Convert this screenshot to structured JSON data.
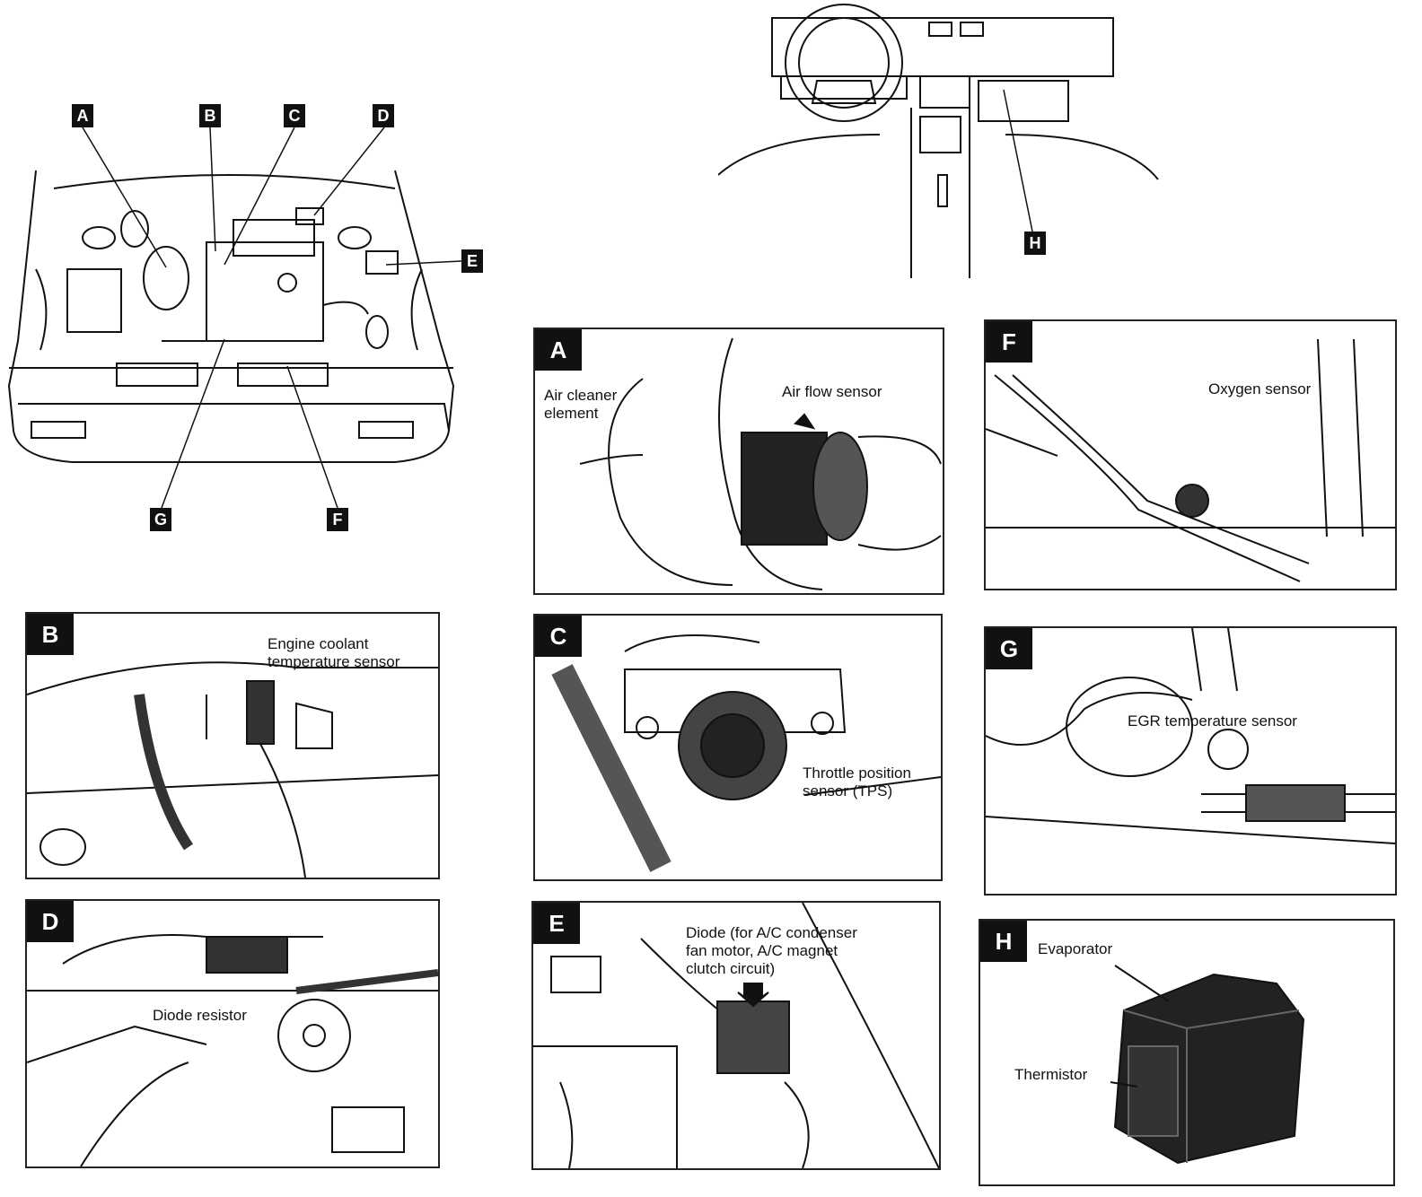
{
  "overview": {
    "callouts": [
      "A",
      "B",
      "C",
      "D",
      "E",
      "F",
      "G",
      "H"
    ]
  },
  "panels": {
    "A": {
      "tag": "A",
      "labels": [
        "Air cleaner\nelement",
        "Air flow sensor"
      ]
    },
    "B": {
      "tag": "B",
      "labels": [
        "Engine coolant\ntemperature sensor"
      ]
    },
    "C": {
      "tag": "C",
      "labels": [
        "Throttle position\nsensor (TPS)"
      ]
    },
    "D": {
      "tag": "D",
      "labels": [
        "Diode resistor"
      ]
    },
    "E": {
      "tag": "E",
      "labels": [
        "Diode (for A/C condenser\nfan motor, A/C magnet\nclutch circuit)"
      ]
    },
    "F": {
      "tag": "F",
      "labels": [
        "Oxygen sensor"
      ]
    },
    "G": {
      "tag": "G",
      "labels": [
        "EGR temperature sensor"
      ]
    },
    "H": {
      "tag": "H",
      "labels": [
        "Evaporator",
        "Thermistor"
      ]
    }
  },
  "colors": {
    "ink": "#111111",
    "paper": "#ffffff",
    "shade": "#444444"
  }
}
